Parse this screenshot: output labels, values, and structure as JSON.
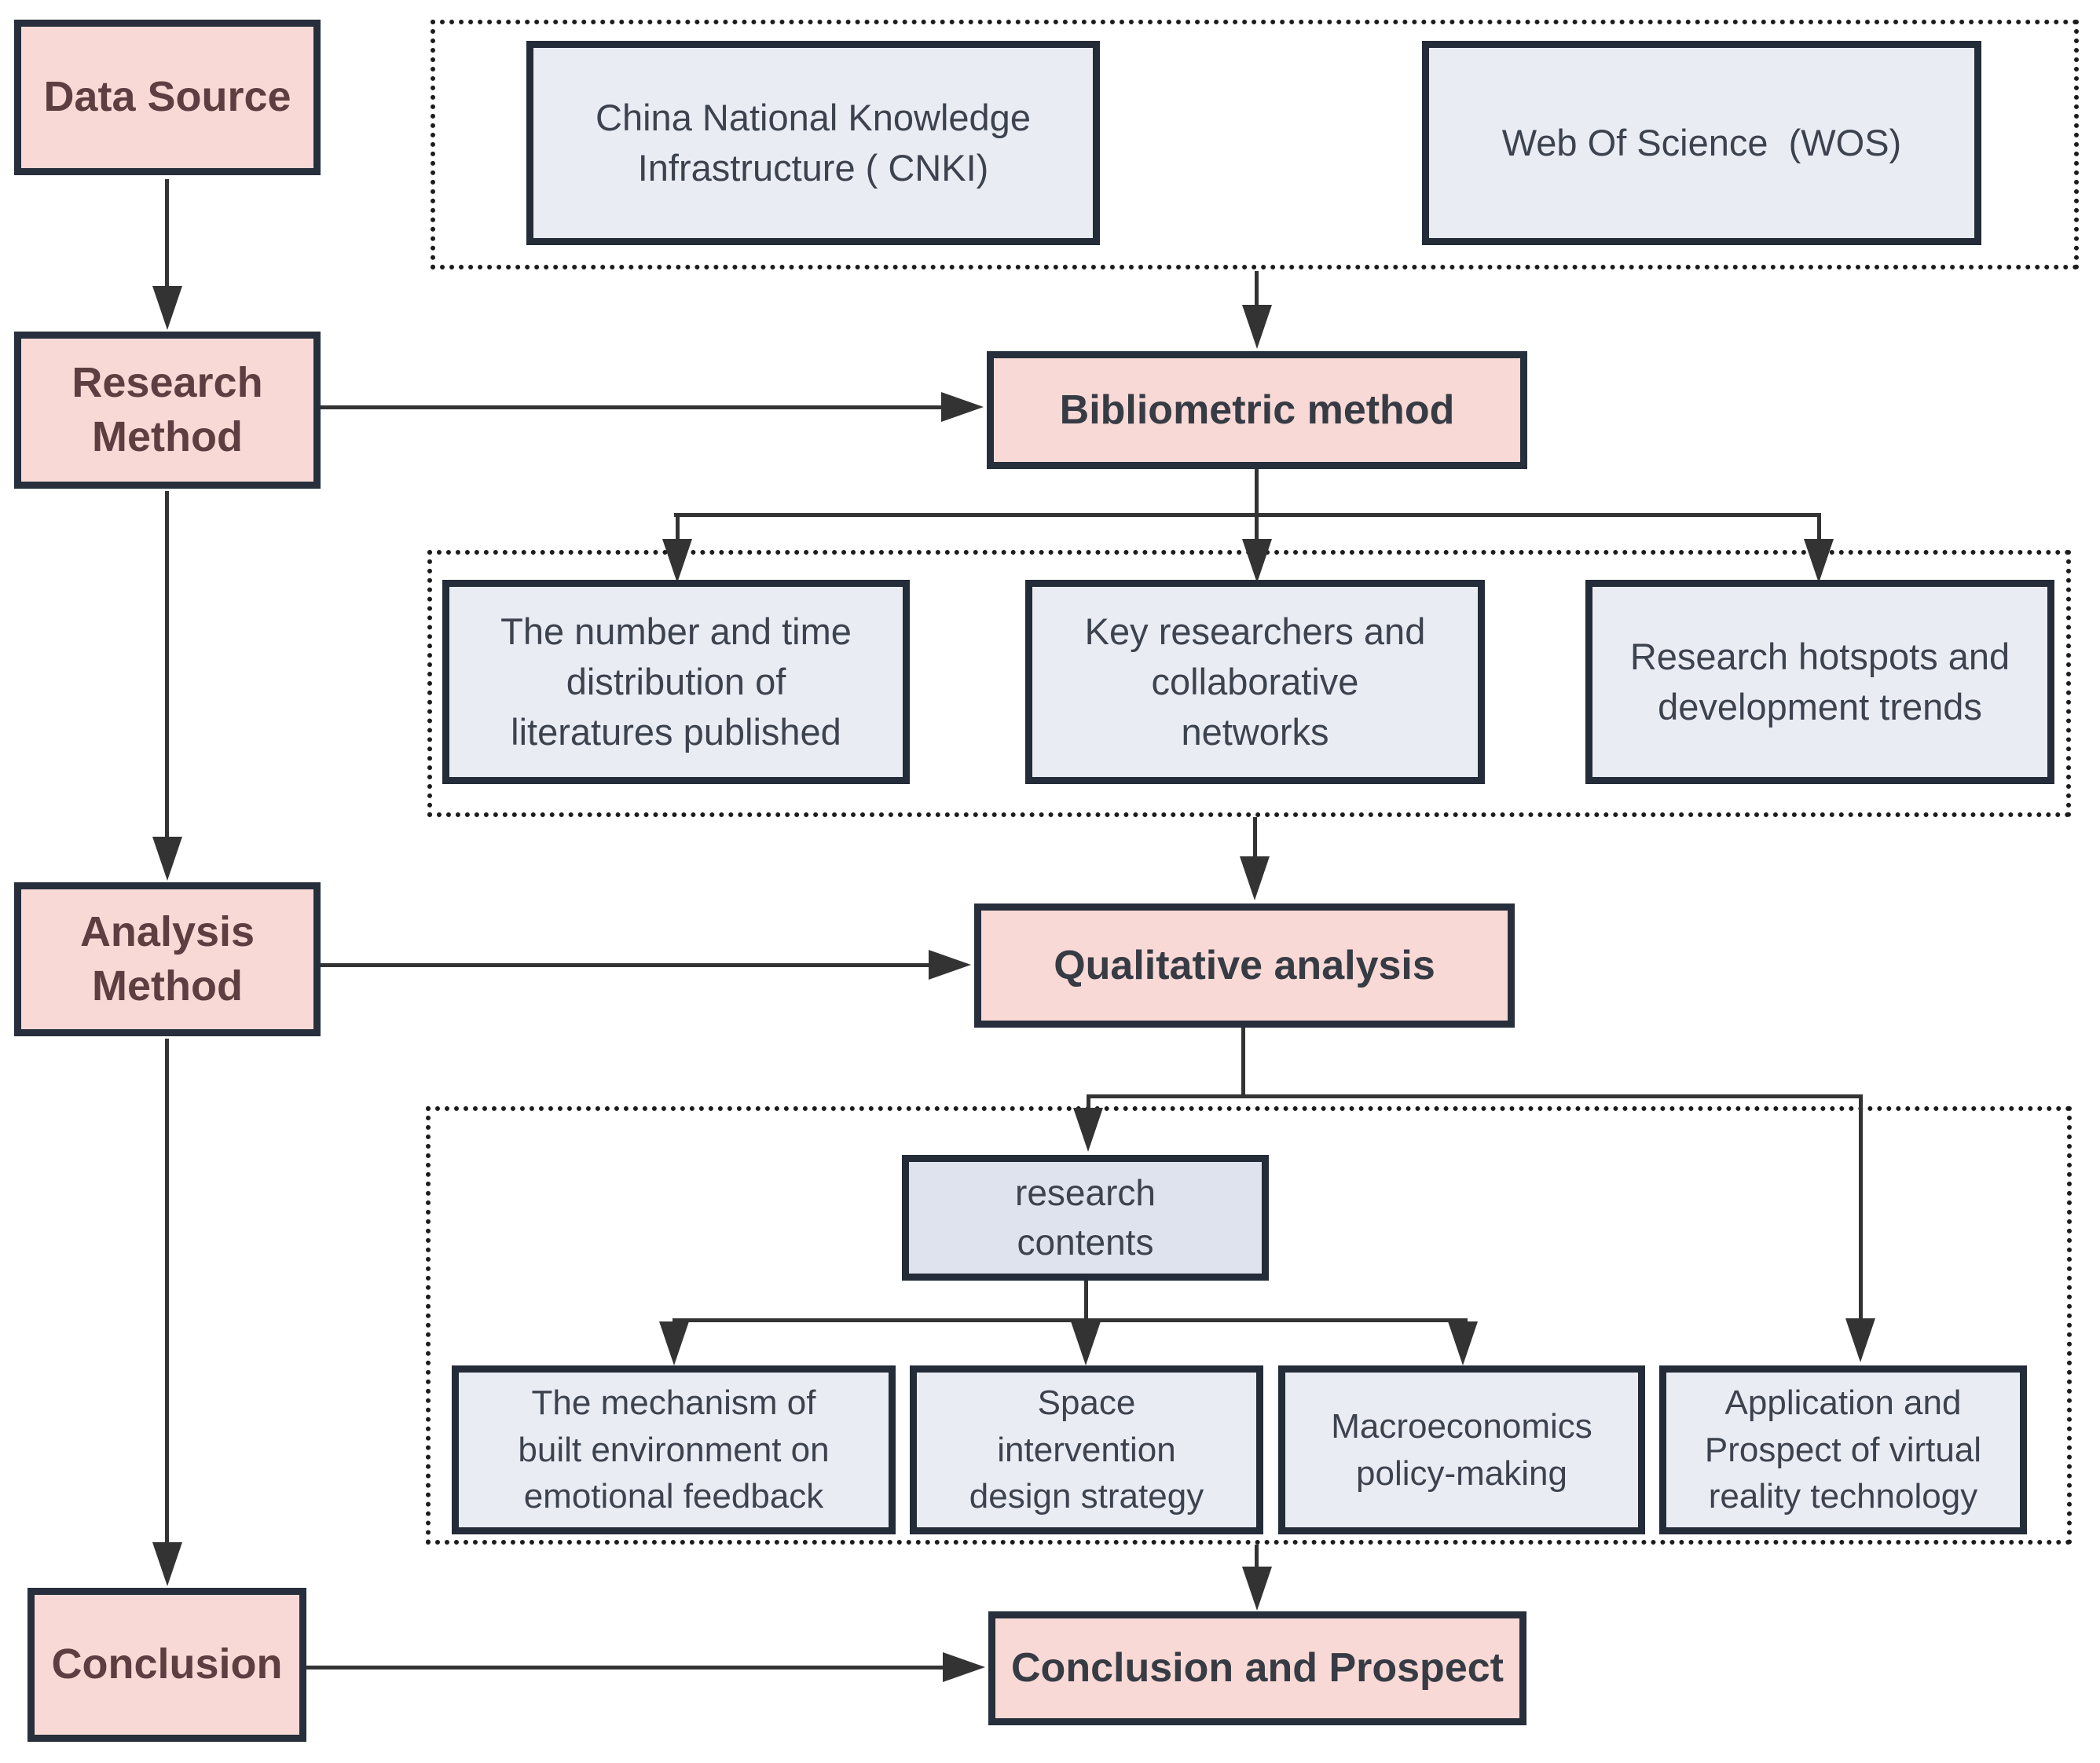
{
  "figure": {
    "type": "flowchart",
    "description": "Research framework flowchart from data source to conclusion"
  },
  "colors": {
    "bg": "#ffffff",
    "pink_fill": "#f8d9d6",
    "pink_border": "#262f3b",
    "stage_text": "#5e3f41",
    "process_text": "#363b44",
    "panel_fill": "#e9ecf3",
    "panel_fill_dark": "#dfe3ee",
    "panel_text": "#3d434e",
    "panel_border": "#232c38",
    "line": "#333333",
    "dotted": "#1c1c1c"
  },
  "nodes": {
    "data_source": "Data Source",
    "research_method": "Research\nMethod",
    "analysis_method": "Analysis\nMethod",
    "conclusion": "Conclusion",
    "cnki": "China National Knowledge\nInfrastructure ( CNKI)",
    "wos": "Web Of Science  (WOS)",
    "bibliometric": "Bibliometric method",
    "lit_distribution": "The number and time\ndistribution of\nliteratures published",
    "key_researchers": "Key researchers and\ncollaborative\nnetworks",
    "hotspots": "Research hotspots and\ndevelopment trends",
    "qualitative": "Qualitative analysis",
    "research_contents": "research\ncontents",
    "mechanism": "The mechanism of\nbuilt environment on\nemotional feedback",
    "space_intervention": "Space\nintervention\ndesign strategy",
    "macroeconomics": "Macroeconomics\npolicy-making",
    "vr_application": "Application and\nProspect of virtual\nreality technology",
    "conclusion_prospect": "Conclusion and Prospect"
  }
}
